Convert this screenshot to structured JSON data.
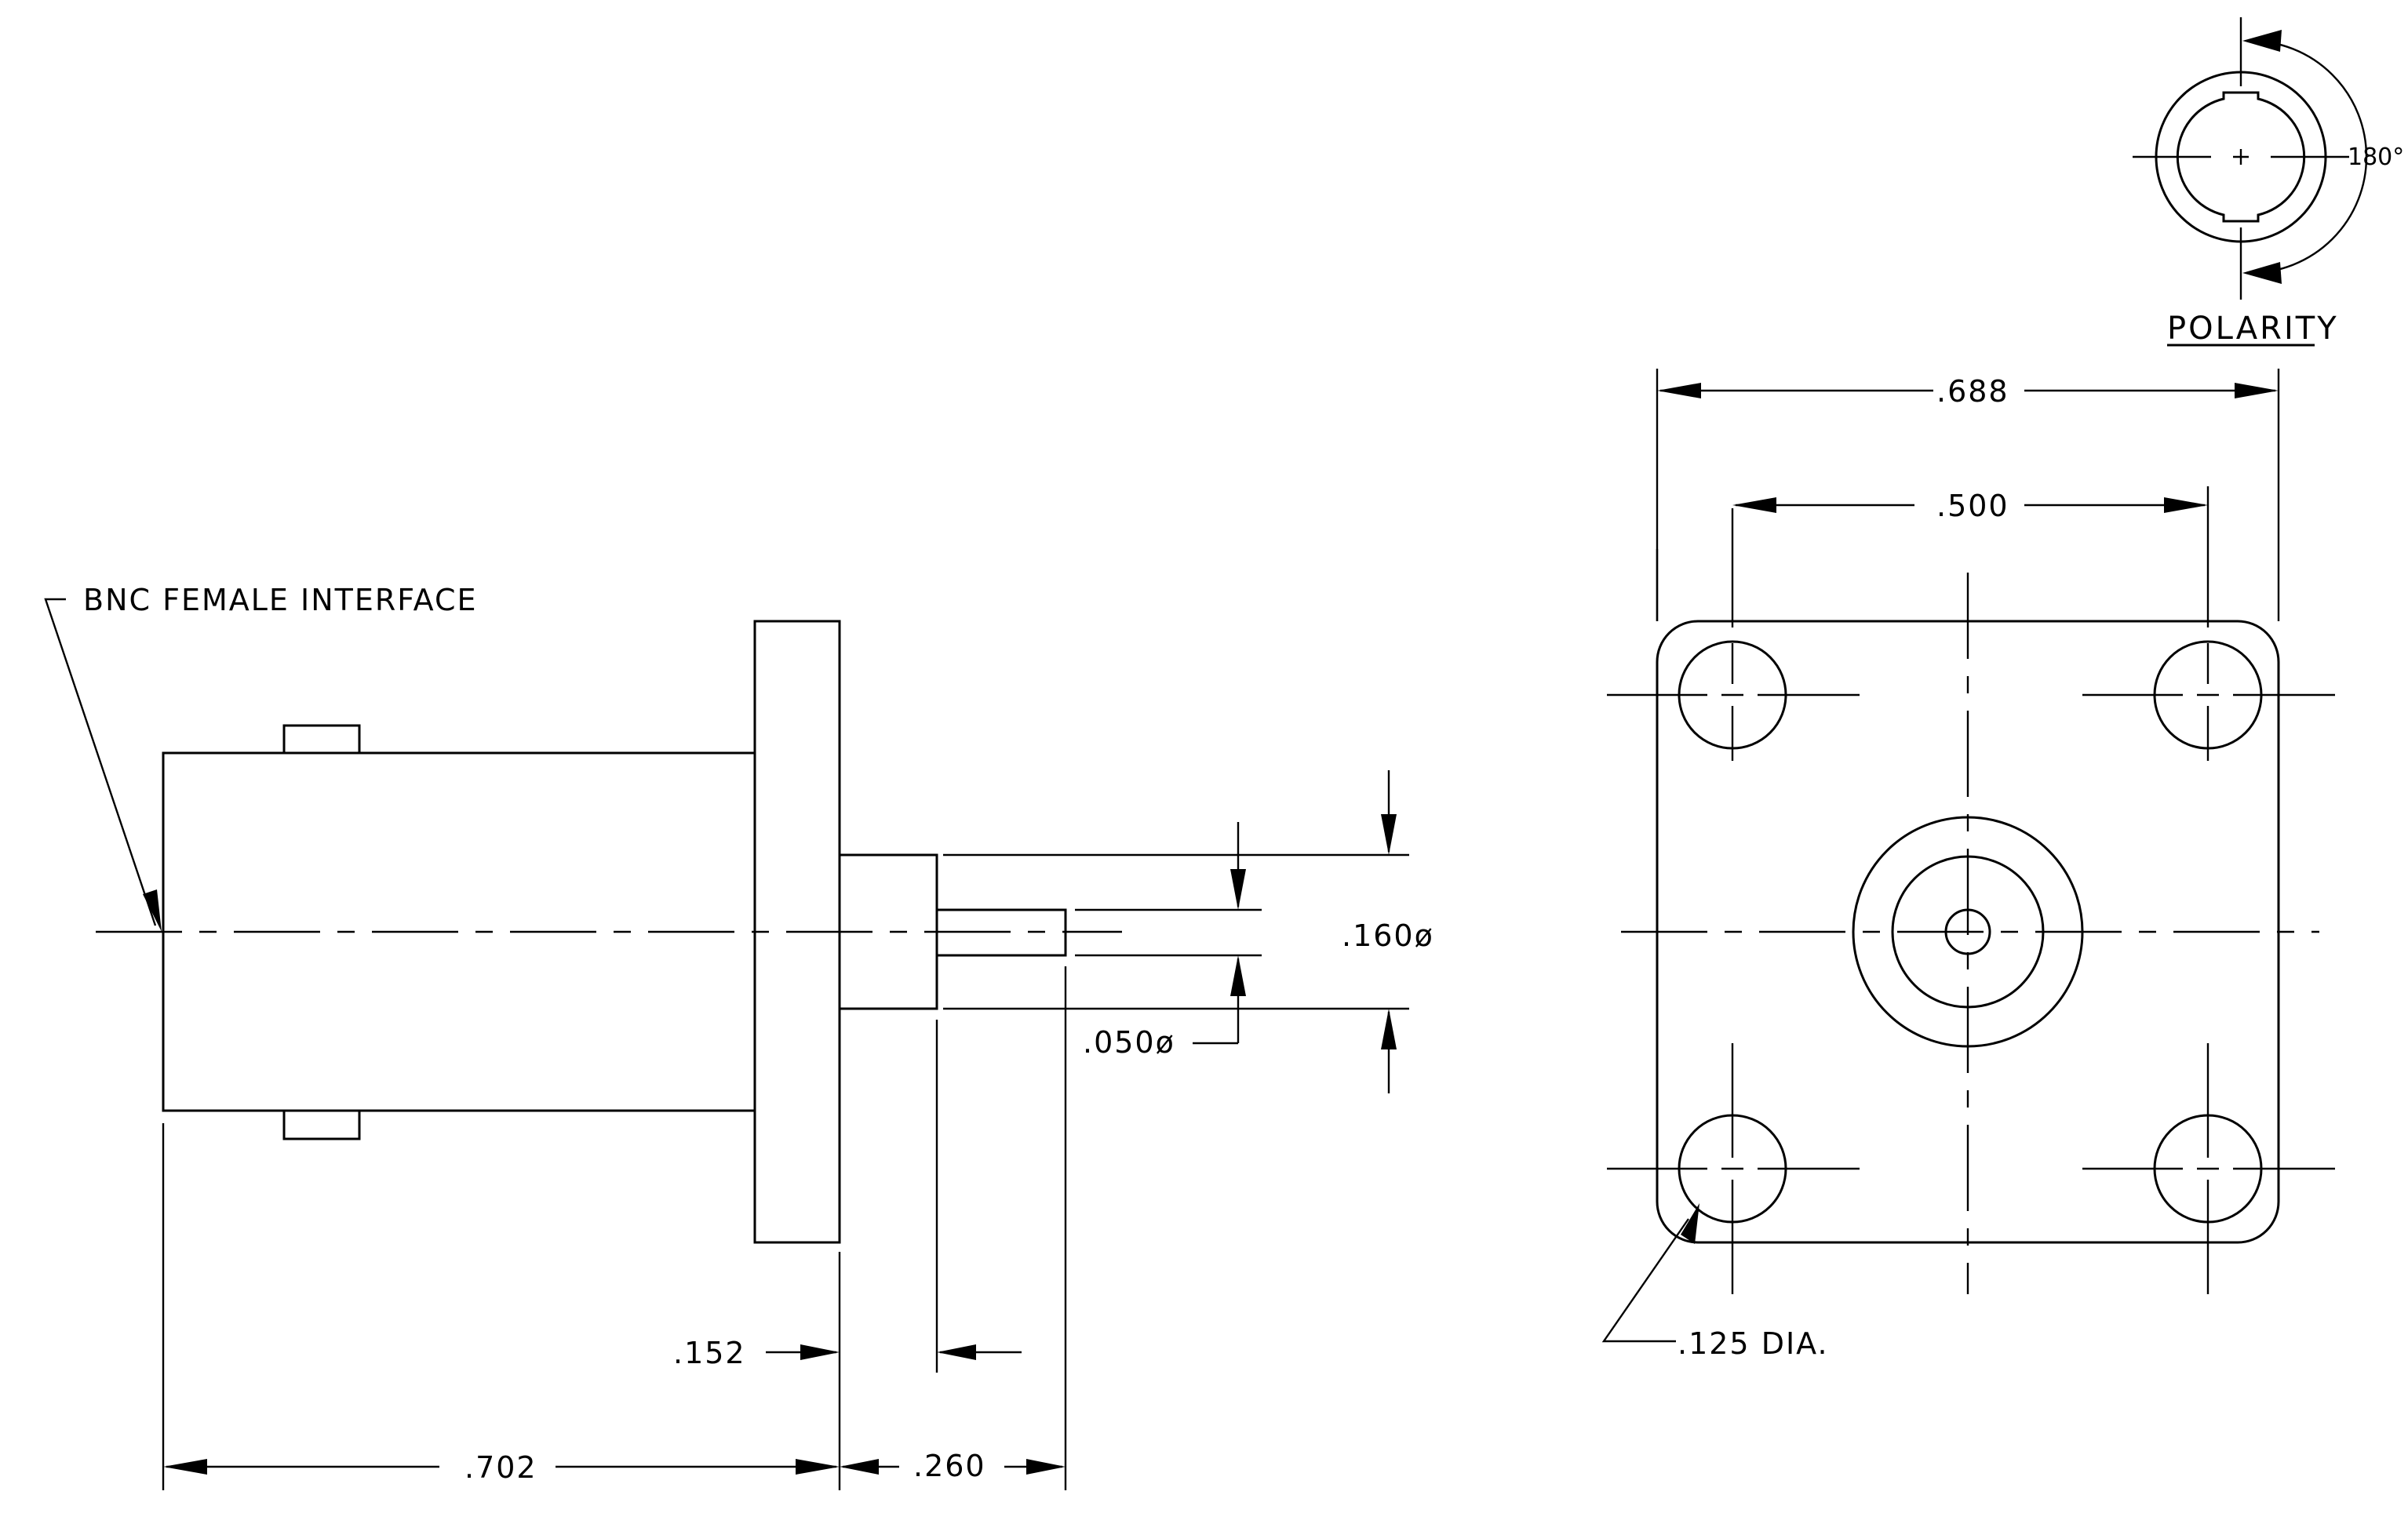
{
  "labels": {
    "interface_note": "BNC FEMALE INTERFACE",
    "polarity_title": "POLARITY",
    "polarity_angle": "180°",
    "hole_note": ".125 DIA."
  },
  "dimensions": {
    "overall_width": ".688",
    "hole_spacing": ".500",
    "pin_outer_dia": ".160ø",
    "pin_inner_dia": ".050ø",
    "flange_thickness": ".152",
    "body_length": ".702",
    "pin_length": ".260"
  },
  "colors": {
    "line": "#000000",
    "background": "#ffffff"
  }
}
